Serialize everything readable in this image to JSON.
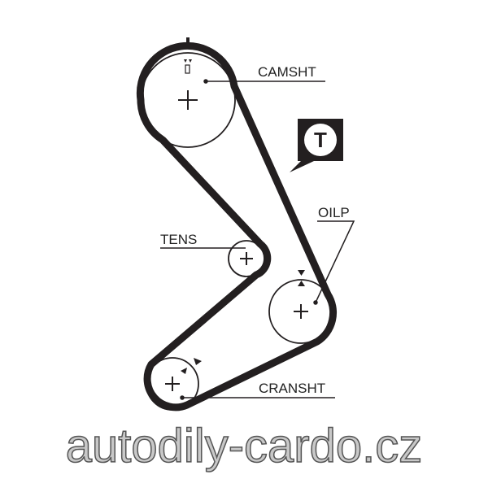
{
  "labels": {
    "camshaft": "CAMSHT",
    "tensioner": "TENS",
    "oil_pump": "OILP",
    "crankshaft": "CRANSHT"
  },
  "badge": {
    "letter": "T"
  },
  "watermark": "autodily-cardo.cz",
  "colors": {
    "belt": "#231f20",
    "watermark": "#c8c8c8"
  }
}
